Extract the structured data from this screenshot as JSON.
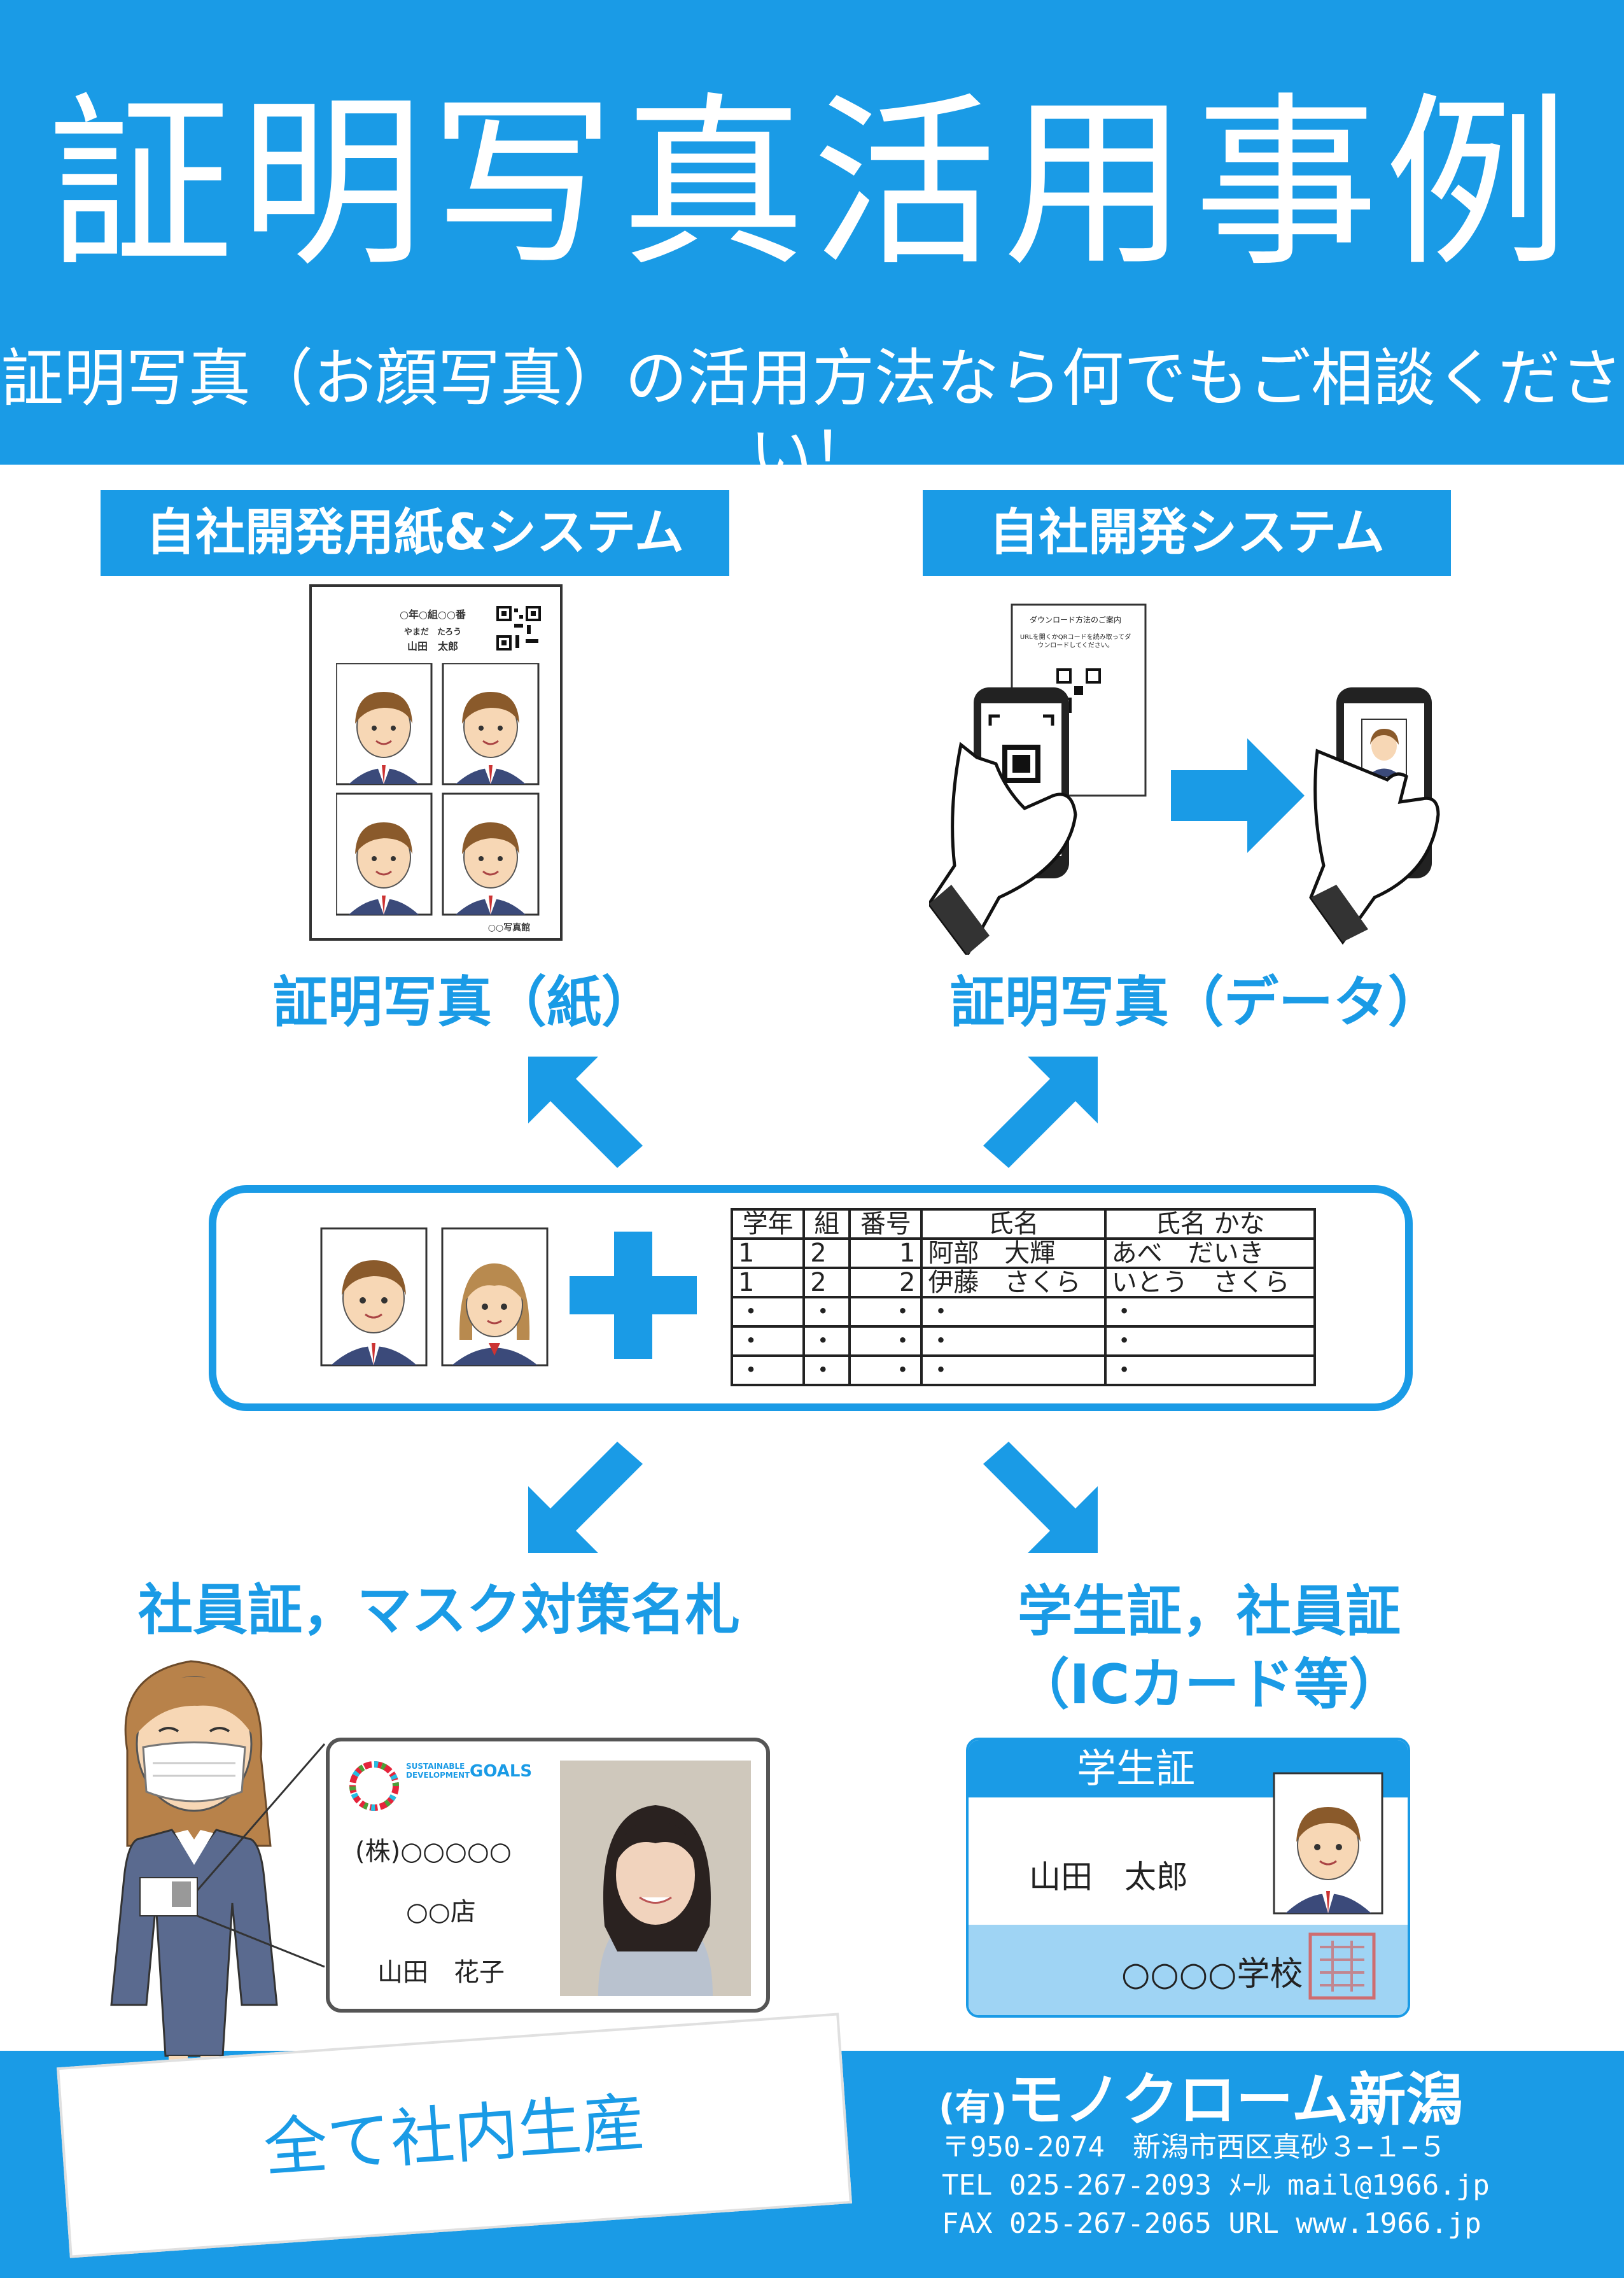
{
  "header": {
    "title": "証明写真活用事例",
    "subtitle": "証明写真（お顔写真）の活用方法なら何でもご相談ください！"
  },
  "sections": {
    "left_label": "自社開発用紙&システム",
    "right_label": "自社開発システム",
    "paper_heading": "証明写真（紙）",
    "data_heading": "証明写真（データ）",
    "staff_heading": "社員証，マスク対策名札",
    "student_heading_line1": "学生証，社員証",
    "student_heading_line2": "（ICカード等）"
  },
  "print_sheet": {
    "class_line": "○年○組○○番",
    "kana_line": "やまだ　たろう",
    "name_line": "山田　太郎",
    "studio": "○○写真館"
  },
  "download_sheet": {
    "title": "ダウンロード方法のご案内",
    "instruction": "URLを開くかQRコードを読み取ってダウンロードしてください。"
  },
  "roster": {
    "headers": [
      "学年",
      "組",
      "番号",
      "氏名",
      "氏名 かな"
    ],
    "rows": [
      [
        "1",
        "2",
        "1",
        "阿部　大輝",
        "あべ　だいき"
      ],
      [
        "1",
        "2",
        "2",
        "伊藤　さくら",
        "いとう　さくら"
      ],
      [
        "・",
        "・",
        "・",
        "・",
        "・"
      ],
      [
        "・",
        "・",
        "・",
        "・",
        "・"
      ],
      [
        "・",
        "・",
        "・",
        "・",
        "・"
      ]
    ]
  },
  "staff_card": {
    "sdg_top": "SUSTAINABLE",
    "sdg_bottom": "DEVELOPMENT",
    "sdg_goals": "GOALS",
    "company": "(株)○○○○○",
    "branch": "○○店",
    "name": "山田　花子"
  },
  "student_card": {
    "title": "学生証",
    "name": "山田　太郎",
    "school": "○○○○学校"
  },
  "footer": {
    "inhouse": "全て社内生産",
    "company_prefix": "(有)",
    "company_name": "モノクローム新潟",
    "address": "〒950-2074　新潟市西区真砂３−１−５",
    "tel": "TEL 025-267-2093 ﾒｰﾙ  mail@1966.jp",
    "fax": "FAX 025-267-2065 URL  www.1966.jp"
  },
  "colors": {
    "brand_blue": "#1a9be6",
    "light_blue": "#9fd4f4",
    "white": "#ffffff",
    "stamp_red": "#d9534f"
  }
}
